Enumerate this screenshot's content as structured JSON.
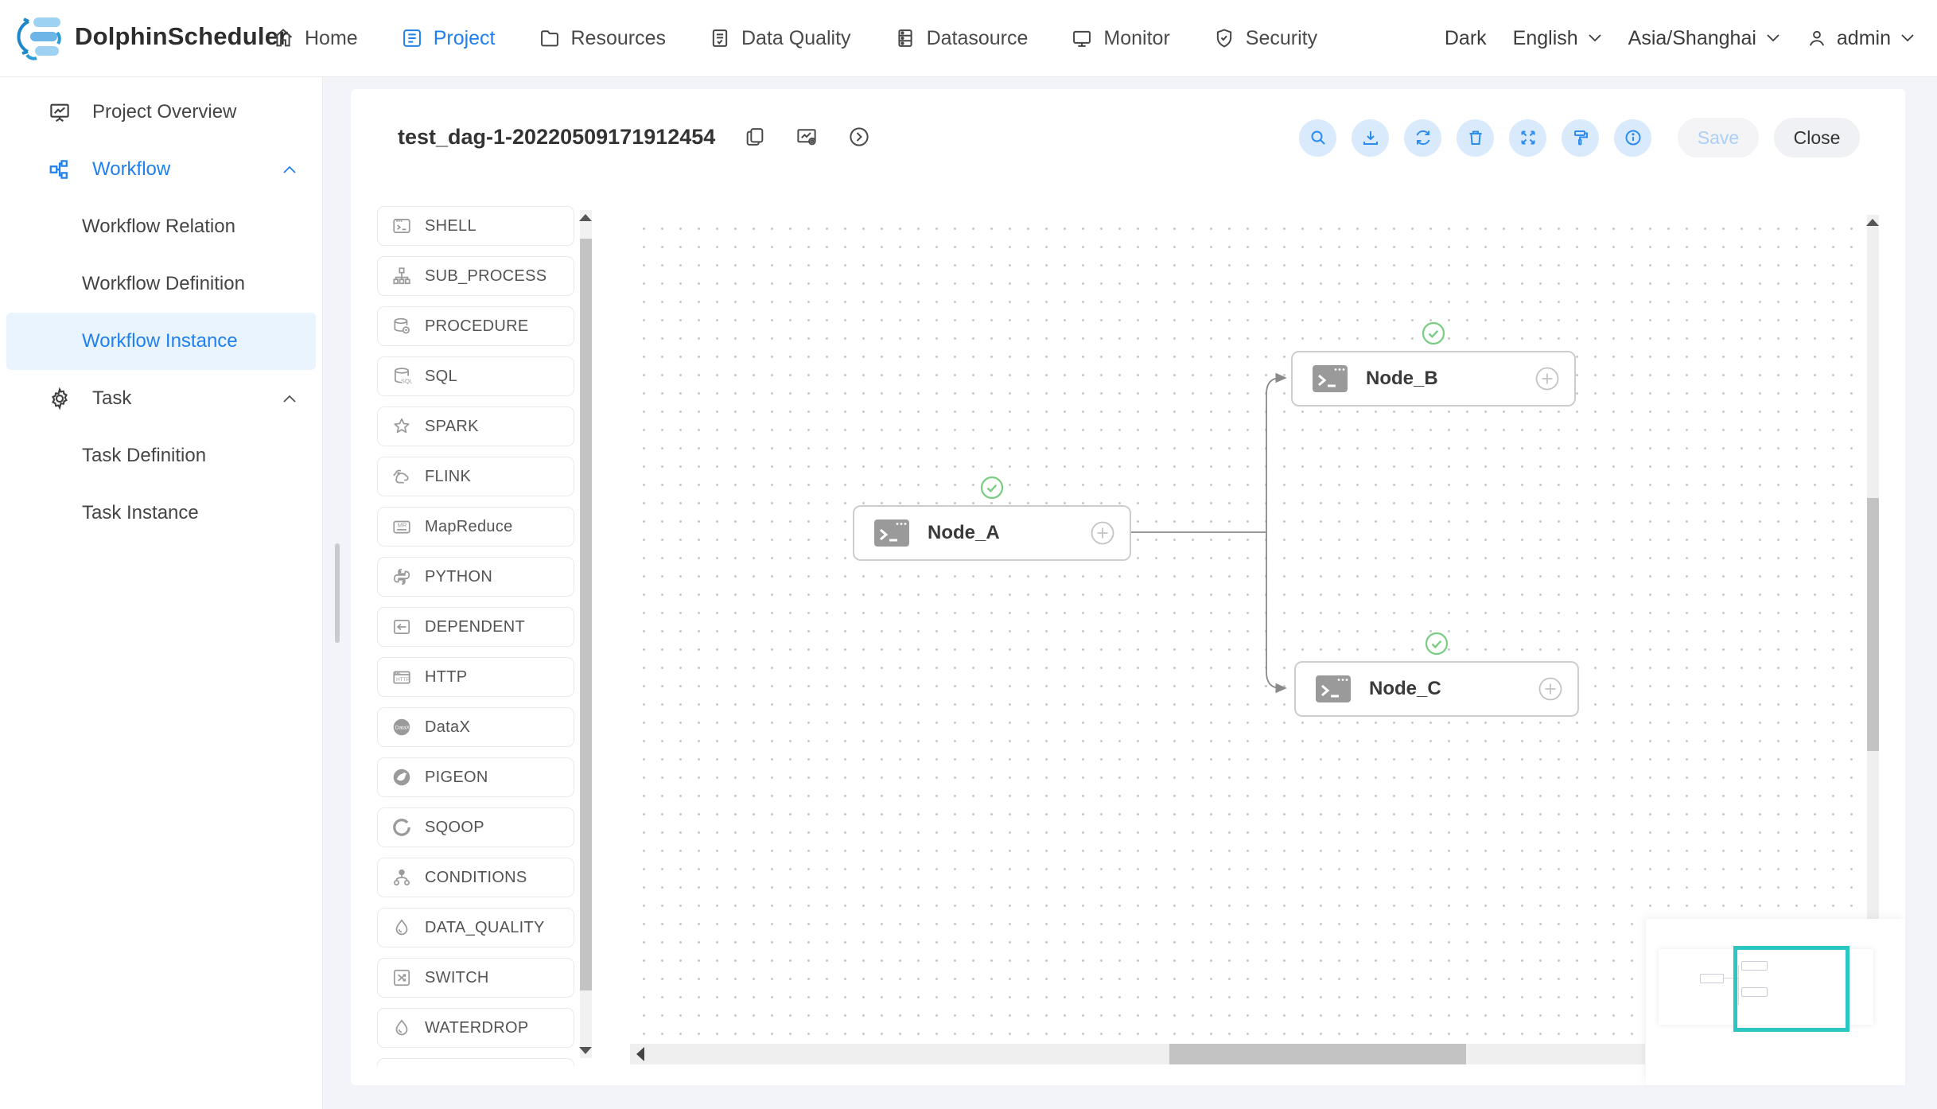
{
  "colors": {
    "accent": "#2d8cf0",
    "active_text": "#2080f0",
    "success_green": "#77c97c",
    "minimap_viewport": "#2cc6c2",
    "selected_item_bg": "#e9f4fe"
  },
  "navbar": {
    "brand": "DolphinScheduler",
    "items": [
      {
        "label": "Home"
      },
      {
        "label": "Project"
      },
      {
        "label": "Resources"
      },
      {
        "label": "Data Quality"
      },
      {
        "label": "Datasource"
      },
      {
        "label": "Monitor"
      },
      {
        "label": "Security"
      }
    ],
    "theme_label": "Dark",
    "language": "English",
    "timezone": "Asia/Shanghai",
    "username": "admin"
  },
  "sidebar": {
    "items": [
      {
        "label": "Project Overview"
      },
      {
        "label": "Workflow"
      },
      {
        "label": "Workflow Relation"
      },
      {
        "label": "Workflow Definition"
      },
      {
        "label": "Workflow Instance"
      },
      {
        "label": "Task"
      },
      {
        "label": "Task Definition"
      },
      {
        "label": "Task Instance"
      }
    ]
  },
  "dag": {
    "title": "test_dag-1-20220509171912454",
    "save_label": "Save",
    "close_label": "Close"
  },
  "palette": {
    "items": [
      {
        "label": "SHELL"
      },
      {
        "label": "SUB_PROCESS"
      },
      {
        "label": "PROCEDURE"
      },
      {
        "label": "SQL"
      },
      {
        "label": "SPARK"
      },
      {
        "label": "FLINK"
      },
      {
        "label": "MapReduce"
      },
      {
        "label": "PYTHON"
      },
      {
        "label": "DEPENDENT"
      },
      {
        "label": "HTTP"
      },
      {
        "label": "DataX"
      },
      {
        "label": "PIGEON"
      },
      {
        "label": "SQOOP"
      },
      {
        "label": "CONDITIONS"
      },
      {
        "label": "DATA_QUALITY"
      },
      {
        "label": "SWITCH"
      },
      {
        "label": "WATERDROP"
      }
    ]
  },
  "canvas": {
    "nodes": [
      {
        "label": "Node_A",
        "status": "success"
      },
      {
        "label": "Node_B",
        "status": "success"
      },
      {
        "label": "Node_C",
        "status": "success"
      }
    ]
  }
}
